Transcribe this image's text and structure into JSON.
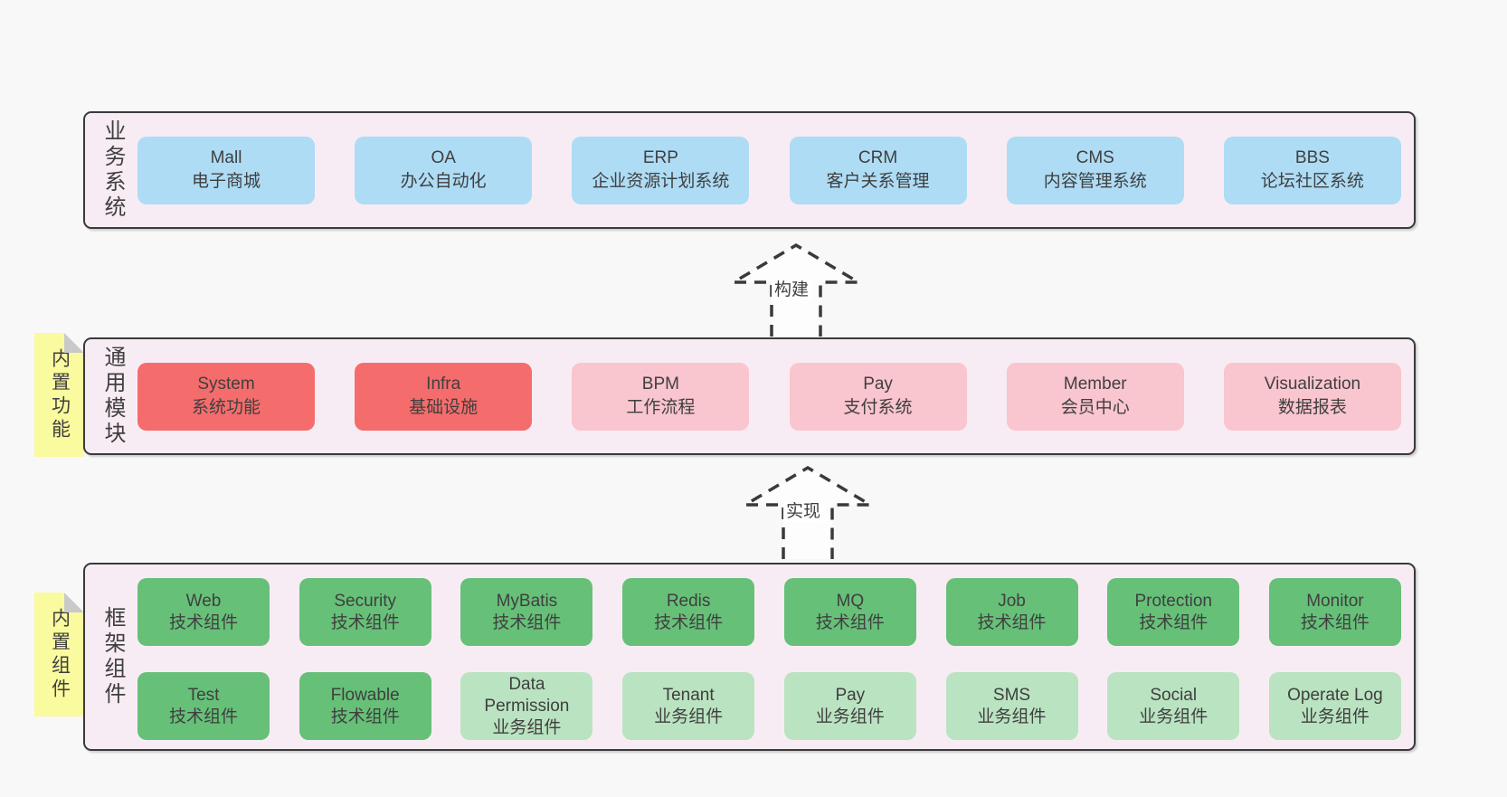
{
  "palette": {
    "page_bg": "#f8f8f8",
    "panel_bg": "#f8ecf4",
    "panel_border": "#3a3a3a",
    "blue_box": "#aedcf5",
    "red_box": "#f56c6c",
    "pink_box": "#f9c5ce",
    "green_box": "#66c078",
    "light_green_box": "#bae3c1",
    "note_yellow": "#fafa9e",
    "note_fold_gray": "#c9c9c9",
    "text": "#3f3f3f"
  },
  "layers": [
    {
      "label": "业务系统",
      "boxes": [
        {
          "en": "Mall",
          "zh": "电子商城"
        },
        {
          "en": "OA",
          "zh": "办公自动化"
        },
        {
          "en": "ERP",
          "zh": "企业资源计划系统"
        },
        {
          "en": "CRM",
          "zh": "客户关系管理"
        },
        {
          "en": "CMS",
          "zh": "内容管理系统"
        },
        {
          "en": "BBS",
          "zh": "论坛社区系统"
        }
      ]
    },
    {
      "label": "通用模块",
      "note": "内置功能",
      "boxes": [
        {
          "en": "System",
          "zh": "系统功能"
        },
        {
          "en": "Infra",
          "zh": "基础设施"
        },
        {
          "en": "BPM",
          "zh": "工作流程"
        },
        {
          "en": "Pay",
          "zh": "支付系统"
        },
        {
          "en": "Member",
          "zh": "会员中心"
        },
        {
          "en": "Visualization",
          "zh": "数据报表"
        }
      ]
    },
    {
      "label": "框架组件",
      "note": "内置组件",
      "rows": [
        [
          {
            "en": "Web",
            "zh": "技术组件"
          },
          {
            "en": "Security",
            "zh": "技术组件"
          },
          {
            "en": "MyBatis",
            "zh": "技术组件"
          },
          {
            "en": "Redis",
            "zh": "技术组件"
          },
          {
            "en": "MQ",
            "zh": "技术组件"
          },
          {
            "en": "Job",
            "zh": "技术组件"
          },
          {
            "en": "Protection",
            "zh": "技术组件"
          },
          {
            "en": "Monitor",
            "zh": "技术组件"
          }
        ],
        [
          {
            "en": "Test",
            "zh": "技术组件"
          },
          {
            "en": "Flowable",
            "zh": "技术组件"
          },
          {
            "en": "Data Permission",
            "zh": "业务组件"
          },
          {
            "en": "Tenant",
            "zh": "业务组件"
          },
          {
            "en": "Pay",
            "zh": "业务组件"
          },
          {
            "en": "SMS",
            "zh": "业务组件"
          },
          {
            "en": "Social",
            "zh": "业务组件"
          },
          {
            "en": "Operate Log",
            "zh": "业务组件"
          }
        ]
      ]
    }
  ],
  "arrows": [
    {
      "label": "构建"
    },
    {
      "label": "实现"
    }
  ]
}
